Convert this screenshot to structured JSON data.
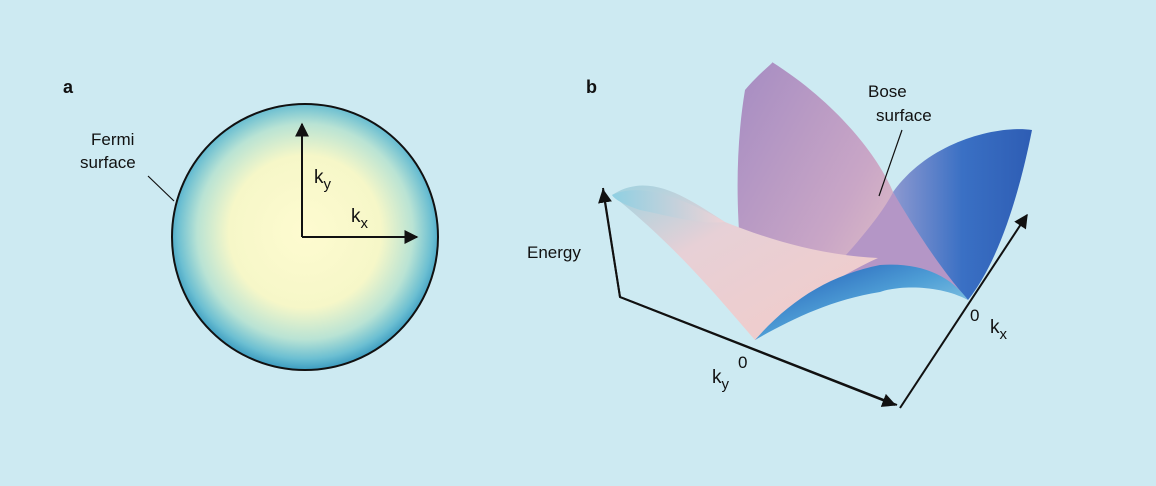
{
  "panel_a": {
    "letter": "a",
    "fermi_label_line1": "Fermi",
    "fermi_label_line2": "surface",
    "ky": {
      "base": "k",
      "sub": "y"
    },
    "kx": {
      "base": "k",
      "sub": "x"
    }
  },
  "panel_b": {
    "letter": "b",
    "bose_label_line1": "Bose",
    "bose_label_line2": "surface",
    "energy_label": "Energy",
    "ky": {
      "base": "k",
      "sub": "y",
      "zero": "0"
    },
    "kx": {
      "base": "k",
      "sub": "x",
      "zero": "0"
    }
  },
  "colors": {
    "background": "#cdeaf2",
    "fermi_center": "#fefbd0",
    "fermi_edge": "#3c9cc0",
    "surface_pink": "#efcac8",
    "surface_violet": "#a28bc0",
    "surface_blue": "#2c70c2"
  }
}
